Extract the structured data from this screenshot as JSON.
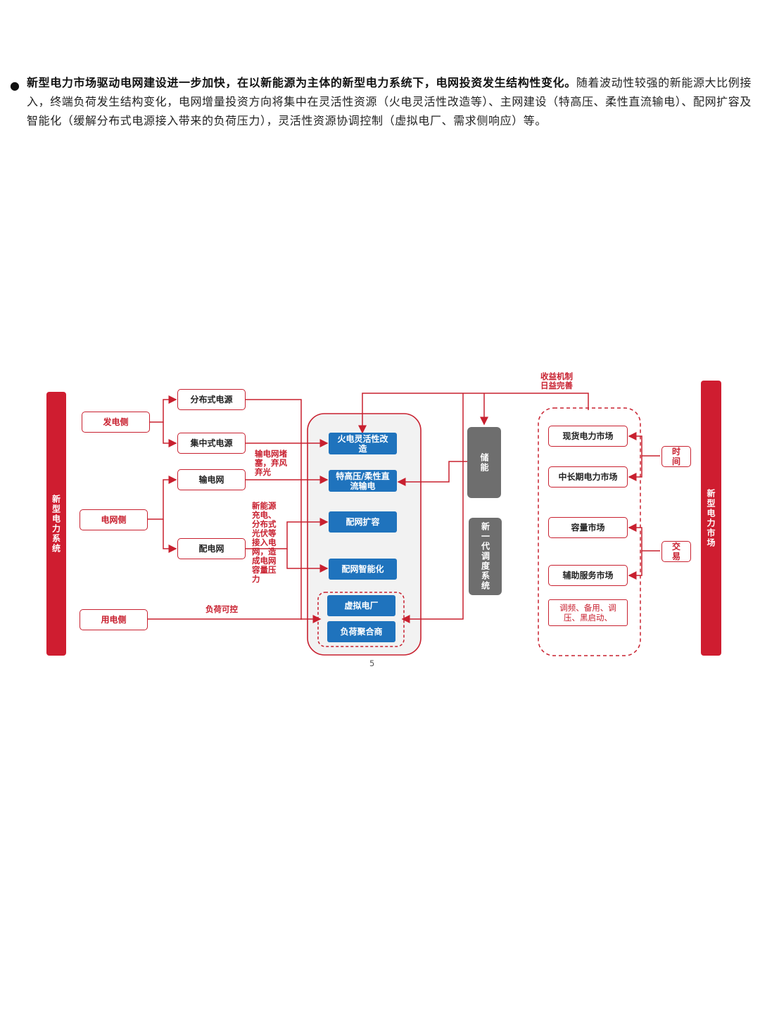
{
  "paragraph": {
    "bold_lead": "新型电力市场驱动电网建设进一步加快，在以新能源为主体的新型电力系统下，电网投资发生结构性变化。",
    "body": "随着波动性较强的新能源大比例接入，终端负荷发生结构变化，电网增量投资方向将集中在灵活性资源（火电灵活性改造等）、主网建设（特高压、柔性直流输电）、配网扩容及智能化（缓解分布式电源接入带来的负荷压力），灵活性资源协调控制（虚拟电厂、需求侧响应）等。"
  },
  "diagram": {
    "left_bar": "新型电力系统",
    "right_bar": "新型电力市场",
    "sides": {
      "generation": "发电侧",
      "grid": "电网侧",
      "consumption": "用电侧"
    },
    "sources": {
      "distributed": "分布式电源",
      "centralized": "集中式电源",
      "transmission": "输电网",
      "distribution": "配电网"
    },
    "center": {
      "thermal_flex": "火电灵活性改造",
      "uhv": "特高压/柔性直流输电",
      "dist_expand": "配网扩容",
      "dist_smart": "配网智能化",
      "vpp": "虚拟电厂",
      "aggregator": "负荷聚合商"
    },
    "storage": "储能",
    "dispatch": "新一代调度系统",
    "markets": {
      "spot": "现货电力市场",
      "mid_long": "中长期电力市场",
      "capacity": "容量市场",
      "ancillary": "辅助服务市场",
      "ancillary_items": "调频、备用、调压、黑启动、"
    },
    "tags": {
      "time": "时间",
      "trade": "交易"
    },
    "notes": {
      "revenue": "收益机制日益完善",
      "congestion": "输电网堵塞，弃风弃光",
      "pressure": "新能源充电、分布式光伏等接入电网，造成电网容量压力",
      "load": "负荷可控"
    },
    "page_number": "5"
  }
}
